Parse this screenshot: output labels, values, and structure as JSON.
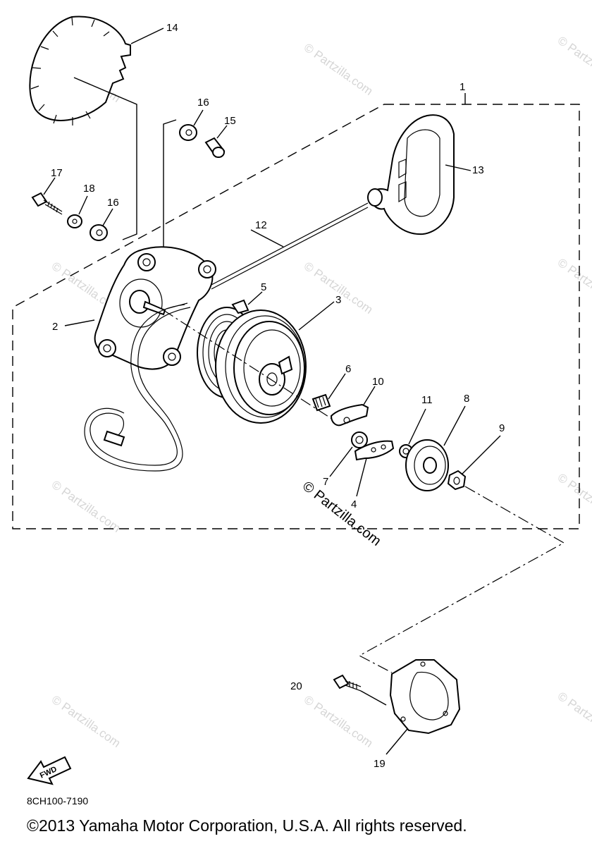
{
  "callouts": [
    "1",
    "2",
    "3",
    "4",
    "5",
    "6",
    "7",
    "8",
    "9",
    "10",
    "11",
    "12",
    "13",
    "14",
    "15",
    "16",
    "16",
    "17",
    "18",
    "19",
    "20"
  ],
  "watermark": {
    "small_text": "© Partzilla.com",
    "center_text": "© Partzilla.com"
  },
  "fwd_label": "FWD",
  "diagram_code": "8CH100-7190",
  "copyright": "©2013  Yamaha Motor Corporation, U.S.A. All rights reserved."
}
